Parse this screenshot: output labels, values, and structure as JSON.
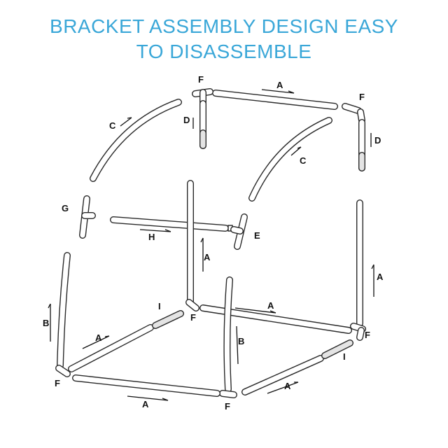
{
  "title": {
    "line1": "BRACKET ASSEMBLY DESIGN EASY",
    "line2": "TO DISASSEMBLE"
  },
  "labels": {
    "A": "A",
    "B": "B",
    "C": "C",
    "D": "D",
    "E": "E",
    "F": "F",
    "G": "G",
    "H": "H",
    "I": "I"
  },
  "colors": {
    "title": "#3aa7d8",
    "line": "#2a2a2a",
    "background": "#ffffff"
  }
}
